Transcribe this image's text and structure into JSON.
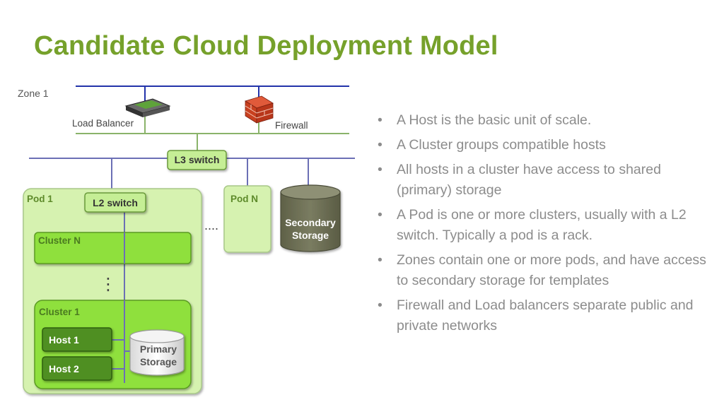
{
  "title": "Candidate Cloud Deployment Model",
  "diagram": {
    "zone_label": "Zone 1",
    "load_balancer_label": "Load Balancer",
    "firewall_label": "Firewall",
    "l3_switch_label": "L3 switch",
    "l2_switch_label": "L2 switch",
    "pod1_label": "Pod 1",
    "podn_label": "Pod N",
    "pods_ellipsis": "....",
    "secondary_storage": [
      "Secondary",
      "Storage"
    ],
    "cluster_n_label": "Cluster N",
    "clusters_ellipsis": "⋮",
    "cluster1_label": "Cluster 1",
    "host1_label": "Host 1",
    "host2_label": "Host 2",
    "primary_storage": [
      "Primary",
      "Storage"
    ]
  },
  "bullets": [
    "A Host is the basic unit of scale.",
    "A Cluster groups compatible hosts",
    "All hosts in a cluster have access to shared (primary) storage",
    "A Pod is one or more clusters, usually with a L2 switch.  Typically a pod is a rack.",
    "Zones contain one or more pods, and have access to secondary storage for templates",
    "Firewall and Load balancers separate public and private networks"
  ],
  "colors": {
    "title": "#76a12b",
    "public_network": "#2233aa",
    "private_network": "#6b6fb5",
    "pod_fill": "#d6f2b0",
    "cluster_fill": "#8fe03d",
    "host_fill": "#4f8f22",
    "bullet_text": "#8c8c8c"
  }
}
